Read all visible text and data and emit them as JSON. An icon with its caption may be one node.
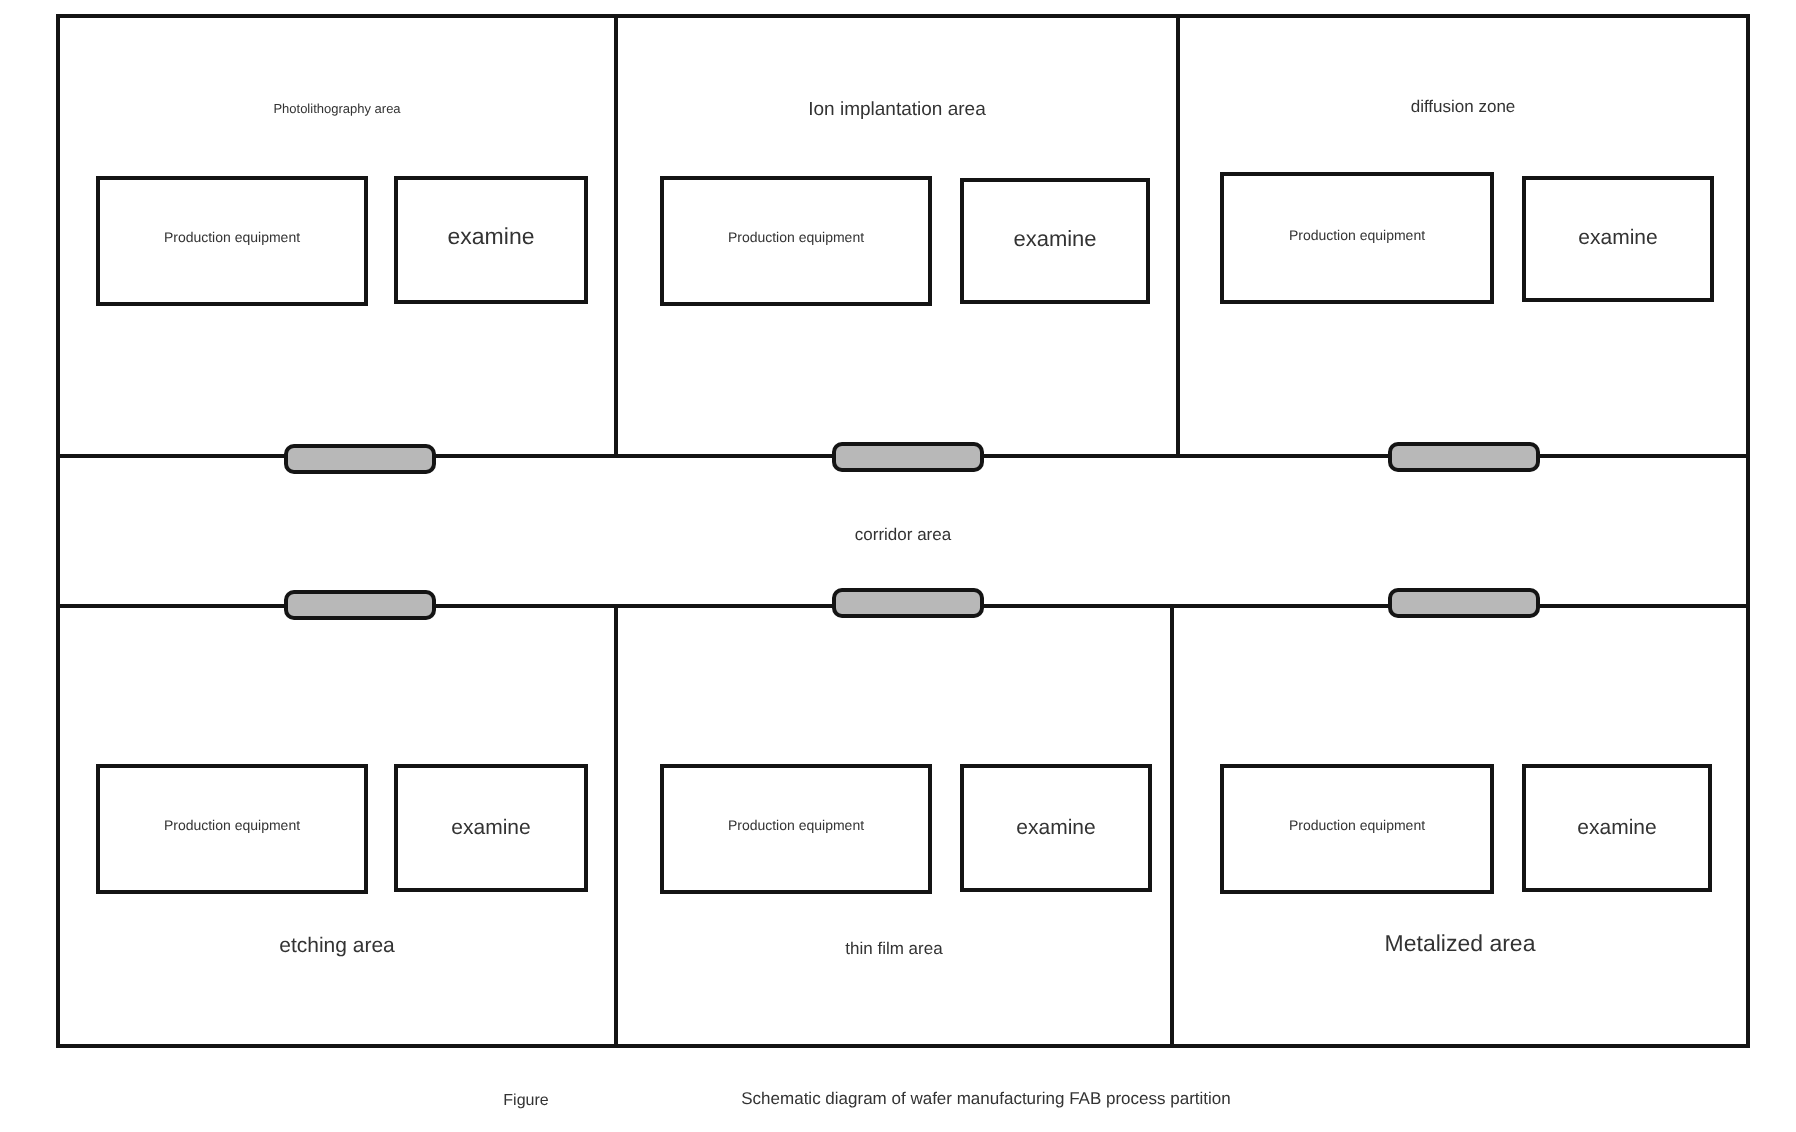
{
  "diagram": {
    "caption": "Schematic diagram of wafer manufacturing FAB process partition",
    "nodes": [
      {
        "text": [
          "Photolithography area"
        ]
      },
      {
        "text": [
          "Production equipment"
        ],
        "in": 0
      },
      {
        "text": [
          "examine"
        ],
        "in": 0
      },
      {
        "text": [
          "Ion implantation area"
        ]
      },
      {
        "text": [
          "Production equipment"
        ],
        "in": 3
      },
      {
        "text": [
          "examine"
        ],
        "in": 3
      },
      {
        "text": [
          "diffusion zone"
        ]
      },
      {
        "text": [
          "Production equipment"
        ],
        "in": 6
      },
      {
        "text": [
          "examine"
        ],
        "in": 6
      },
      {
        "text": [],
        "shape": "bar"
      },
      {
        "text": [],
        "shape": "bar"
      },
      {
        "text": [],
        "shape": "bar"
      },
      {
        "text": [
          "corridor area"
        ]
      },
      {
        "text": [],
        "shape": "bar"
      },
      {
        "text": [],
        "shape": "bar"
      },
      {
        "text": [],
        "shape": "bar"
      },
      {
        "text": [
          "etching area"
        ]
      },
      {
        "text": [
          "Production equipment"
        ],
        "in": 16
      },
      {
        "text": [
          "examine"
        ],
        "in": 16
      },
      {
        "text": [
          "thin film area"
        ]
      },
      {
        "text": [
          "Production equipment"
        ],
        "in": 19
      },
      {
        "text": [
          "examine"
        ],
        "in": 19
      },
      {
        "text": [
          "Metalized area"
        ]
      },
      {
        "text": [
          "Production equipment"
        ],
        "in": 22
      },
      {
        "text": [
          "examine"
        ],
        "in": 22
      }
    ],
    "labels": [
      "Figure"
    ]
  }
}
